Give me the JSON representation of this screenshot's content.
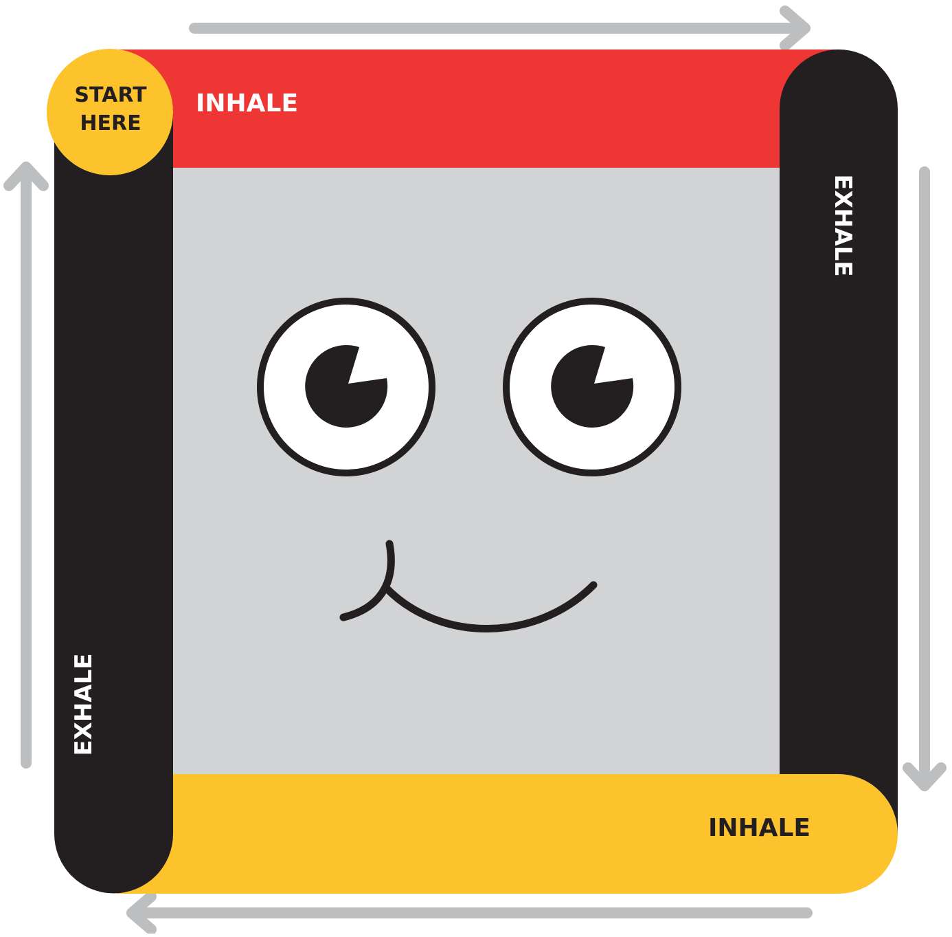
{
  "start_badge": {
    "line1": "START",
    "line2": "HERE"
  },
  "segments": {
    "top": {
      "label": "INHALE"
    },
    "right": {
      "label": "EXHALE"
    },
    "bottom": {
      "label": "INHALE"
    },
    "left": {
      "label": "EXHALE"
    }
  },
  "colors": {
    "red": "#ee3634",
    "black": "#231f20",
    "yellow": "#fcc32d",
    "face_bg": "#d1d3d5",
    "arrow": "#bcbec0",
    "white": "#ffffff"
  }
}
